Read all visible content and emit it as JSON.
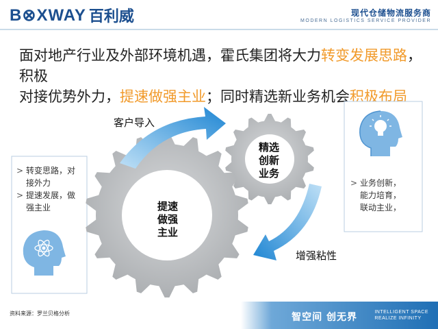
{
  "header": {
    "logo_text": "B⊗XWAY",
    "logo_cn": "百利威",
    "slogan_cn": "现代仓储物流服务商",
    "slogan_en": "MODERN LOGISTICS SERVICE PROVIDER"
  },
  "headline": {
    "line1_a": "面对地产行业及外部环境机遇，霍氏集团将大力",
    "line1_hl": "转变发展思路",
    "line1_b": "，积极",
    "line2_a": "对接优势外力，",
    "line2_hl1": "提速做强主业",
    "line2_b": "；同时精选新业务机会",
    "line2_hl2": "积极布局"
  },
  "left_panel": {
    "bullets": [
      {
        "marker": ">",
        "text": "转变思路，对"
      },
      {
        "marker": "",
        "text": "接外力"
      },
      {
        "marker": ">",
        "text": "提速发展，做"
      },
      {
        "marker": "",
        "text": "强主业"
      }
    ],
    "icon": "atom-head-icon"
  },
  "right_panel": {
    "bullets": [
      {
        "marker": ">",
        "text": "业务创新，"
      },
      {
        "marker": "",
        "text": "能力培育，"
      },
      {
        "marker": "",
        "text": "联动主业，"
      }
    ],
    "icon": "lightbulb-head-icon"
  },
  "gears": {
    "big_label_1": "提速",
    "big_label_2": "做强",
    "big_label_3": "主业",
    "small_label_1": "精选",
    "small_label_2": "创新",
    "small_label_3": "业务"
  },
  "arrows": {
    "top_label": "客户导入",
    "bottom_label": "增强粘性"
  },
  "footer": {
    "source": "资料来源：罗兰贝格分析",
    "cn": "智空间 创无界",
    "en_1": "INTELLIGENT SPACE",
    "en_2": "REALIZE INFINITY"
  },
  "colors": {
    "brand_blue": "#1c4f8f",
    "accent_orange": "#f19a2a",
    "arrow_blue": "#2f8fd6",
    "gear_gray": "#c4c6c8"
  }
}
